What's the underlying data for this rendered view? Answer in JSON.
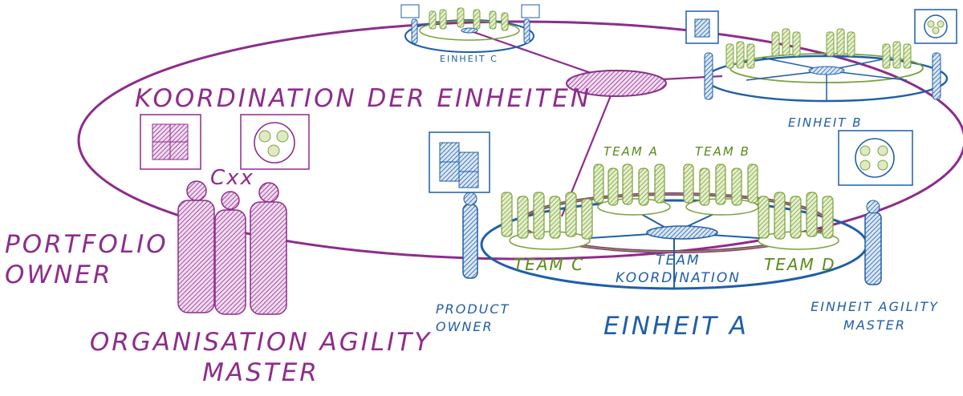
{
  "labels": {
    "koordination": "KOORDINATION DER EINHEITEN",
    "portfolio_owner_1": "PORTFOLIO",
    "portfolio_owner_2": "OWNER",
    "org_agility_1": "ORGANISATION AGILITY",
    "org_agility_2": "MASTER",
    "cxx": "Cxx",
    "einheit_a": "EINHEIT A",
    "einheit_b": "EINHEIT B",
    "einheit_c": "EINHEIT C",
    "team_a": "TEAM A",
    "team_b": "TEAM B",
    "team_c": "TEAM C",
    "team_d": "TEAM D",
    "team_koord_1": "TEAM",
    "team_koord_2": "KOORDINATION",
    "product_owner_1": "PRODUCT",
    "product_owner_2": "OWNER",
    "eam_1": "EINHEIT AGILITY",
    "eam_2": "MASTER"
  },
  "colors": {
    "purple": "#8e2c8c",
    "blue": "#1f5ea8",
    "green": "#7aa23a",
    "green_fill": "#dfe9c4"
  },
  "icons": [
    "backlog-cubes-icon",
    "team-cycle-icon"
  ]
}
